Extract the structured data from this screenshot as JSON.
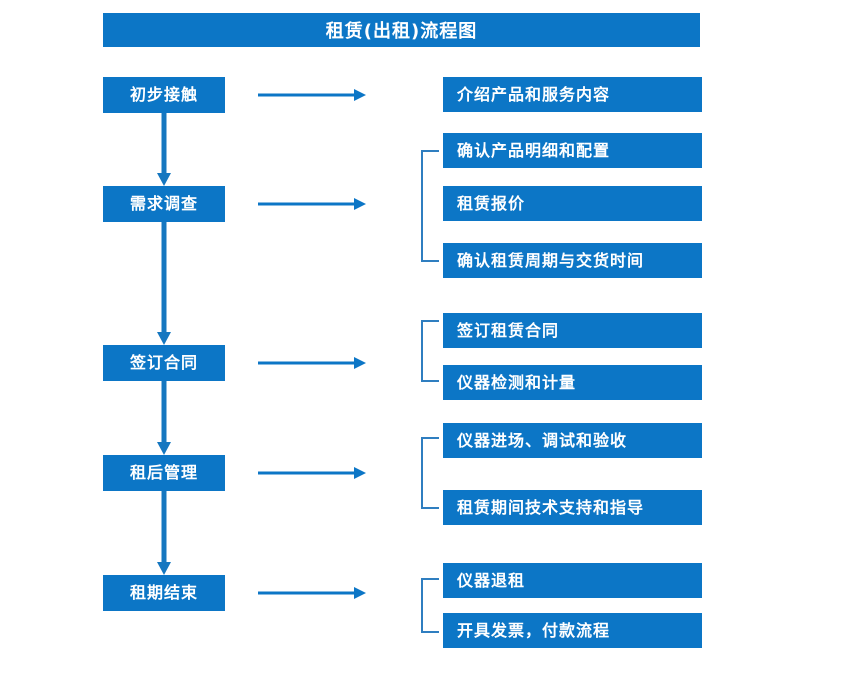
{
  "diagram": {
    "title": "租赁(出租)流程图",
    "accent_color": "#0c76c6",
    "text_color": "#ffffff",
    "background_color": "#ffffff",
    "stages": [
      {
        "id": "stage-1",
        "label": "初步接触"
      },
      {
        "id": "stage-2",
        "label": "需求调查"
      },
      {
        "id": "stage-3",
        "label": "签订合同"
      },
      {
        "id": "stage-4",
        "label": "租后管理"
      },
      {
        "id": "stage-5",
        "label": "租期结束"
      }
    ],
    "details": [
      {
        "id": "detail-1-1",
        "label": "介绍产品和服务内容"
      },
      {
        "id": "detail-2-1",
        "label": "确认产品明细和配置"
      },
      {
        "id": "detail-2-2",
        "label": "租赁报价"
      },
      {
        "id": "detail-2-3",
        "label": "确认租赁周期与交货时间"
      },
      {
        "id": "detail-3-1",
        "label": "签订租赁合同"
      },
      {
        "id": "detail-3-2",
        "label": "仪器检测和计量"
      },
      {
        "id": "detail-4-1",
        "label": "仪器进场、调试和验收"
      },
      {
        "id": "detail-4-2",
        "label": "租赁期间技术支持和指导"
      },
      {
        "id": "detail-5-1",
        "label": "仪器退租"
      },
      {
        "id": "detail-5-2",
        "label": "开具发票，付款流程"
      }
    ],
    "connector_icons": {
      "horizontal": "arrow-right-icon",
      "vertical": "arrow-down-icon",
      "group": "group-bracket-icon"
    }
  }
}
